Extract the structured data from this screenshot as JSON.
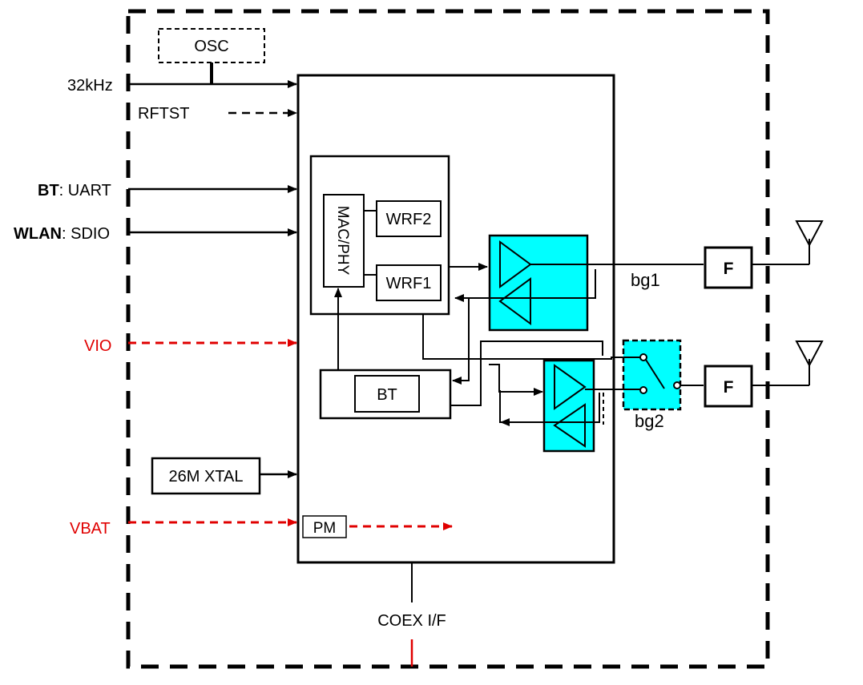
{
  "module": {
    "osc_label": "OSC",
    "xtal_label": "26M XTAL",
    "pm_label": "PM",
    "coex_label": "COEX I/F"
  },
  "inputs": {
    "clk_32k": "32kHz",
    "rftst": "RFTST",
    "bt_prefix": "BT",
    "bt_iface": ": UART",
    "wlan_prefix": "WLAN",
    "wlan_iface": ": SDIO",
    "vio": "VIO",
    "vbat": "VBAT"
  },
  "blocks": {
    "mac_phy": "MAC/PHY",
    "wrf1": "WRF1",
    "wrf2": "WRF2",
    "bt": "BT"
  },
  "rf": {
    "filter_label": "F",
    "bg1_label": "bg1",
    "bg2_label": "bg2"
  },
  "colors": {
    "frontend_fill": "#00ffff",
    "power_signal": "#e00000",
    "line": "#000000"
  }
}
